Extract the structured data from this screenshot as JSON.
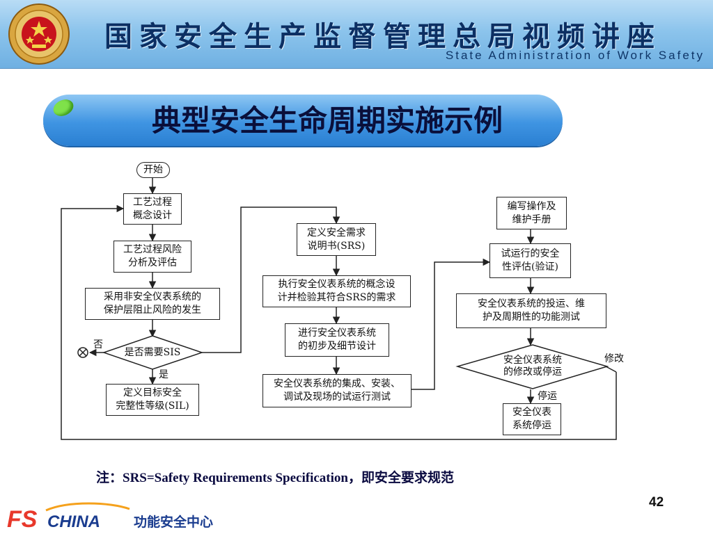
{
  "banner": {
    "title": "国家安全生产监督管理总局视频讲座",
    "subtitle": "State Administration of Work Safety",
    "emblem_icon": "state-emblem-seal",
    "colors": {
      "banner_top": "#b9dcf5",
      "banner_bottom": "#6fb0e2"
    }
  },
  "slide": {
    "title": "典型安全生命周期实施示例",
    "title_pill_color": "#3f94e2",
    "note": "注：SRS=Safety Requirements Specification，即安全要求规范",
    "page_number": "42"
  },
  "flow": {
    "start": "开始",
    "col1": {
      "process_concept": [
        "工艺过程",
        "概念设计"
      ],
      "hazard_analysis": [
        "工艺过程风险",
        "分析及评估"
      ],
      "non_sis_protection": [
        "采用非安全仪表系统的",
        "保护层阻止风险的发生"
      ],
      "decision_sis": "是否需要SIS",
      "label_no": "否",
      "label_yes": "是",
      "define_sil": [
        "定义目标安全",
        "完整性等级(SIL)"
      ]
    },
    "col2": {
      "define_srs": [
        "定义安全需求",
        "说明书(SRS)"
      ],
      "concept_design": [
        "执行安全仪表系统的概念设",
        "计并检验其符合SRS的需求"
      ],
      "detail_design": [
        "进行安全仪表系统",
        "的初步及细节设计"
      ],
      "integration": [
        "安全仪表系统的集成、安装、",
        "调试及现场的试运行测试"
      ]
    },
    "col3": {
      "write_manual": [
        "编写操作及",
        "维护手册"
      ],
      "pre_startup_assessment": [
        "试运行的安全",
        "性评估(验证)"
      ],
      "operation_test": [
        "安全仪表系统的投运、维",
        "护及周期性的功能测试"
      ],
      "decision_modify": [
        "安全仪表系统",
        "的修改或停运"
      ],
      "label_modify": "修改",
      "label_stop": "停运",
      "decommission": [
        "安全仪表",
        "系统停运"
      ]
    }
  },
  "footer": {
    "logo_text": "FSCHINA",
    "logo_sub": "功能安全中心"
  }
}
